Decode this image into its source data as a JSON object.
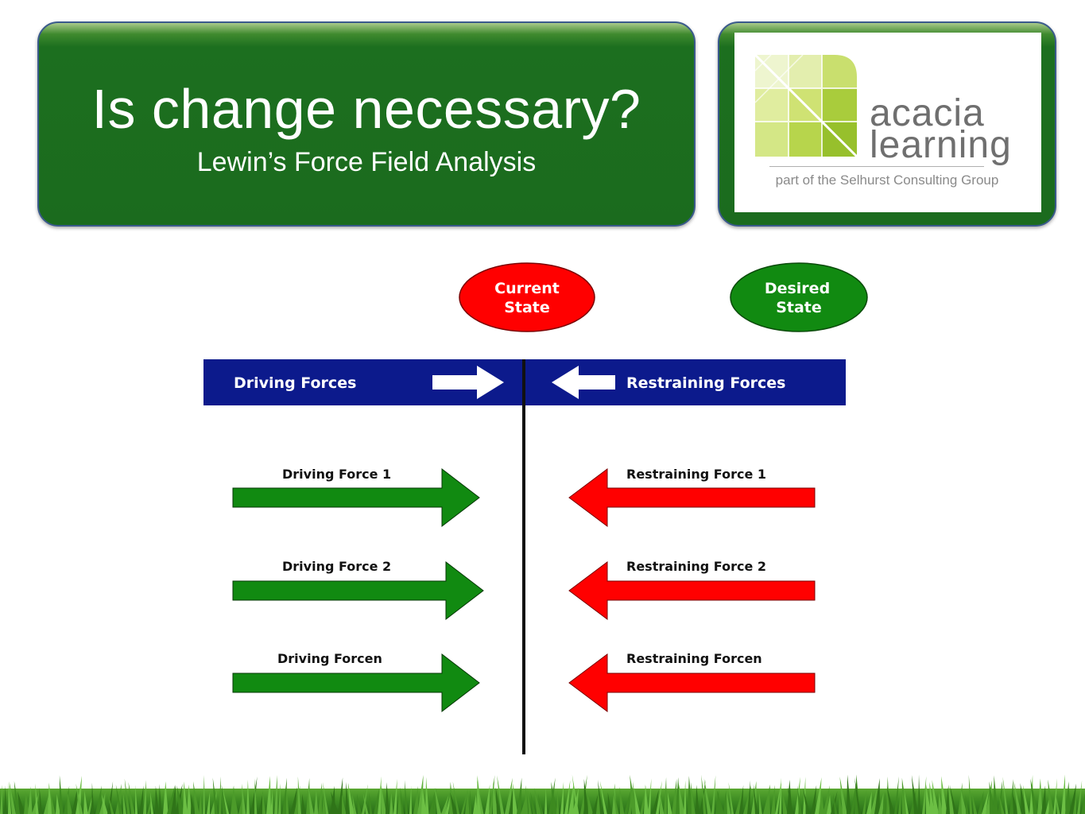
{
  "slide": {
    "title": "Is change necessary?",
    "subtitle": "Lewin’s Force Field Analysis"
  },
  "logo": {
    "line1": "acacia",
    "line2": "learning",
    "tagline": "part of the Selhurst Consulting Group"
  },
  "diagram": {
    "current_state": [
      "Current",
      "State"
    ],
    "desired_state": [
      "Desired",
      "State"
    ],
    "header_left": "Driving Forces",
    "header_right": "Restraining Forces",
    "driving_forces": [
      "Driving Force 1",
      "Driving Force 2",
      "Driving Forcen"
    ],
    "restraining_forces": [
      "Restraining Force 1",
      "Restraining Force 2",
      "Restraining Forcen"
    ],
    "colors": {
      "header_bg": "#0c1a8c",
      "driving_arrow": "#118a11",
      "restraining_arrow": "#ff0000",
      "current_state": "#ff0000",
      "desired_state": "#118a11",
      "panel_green": "#1b6b1e"
    }
  }
}
